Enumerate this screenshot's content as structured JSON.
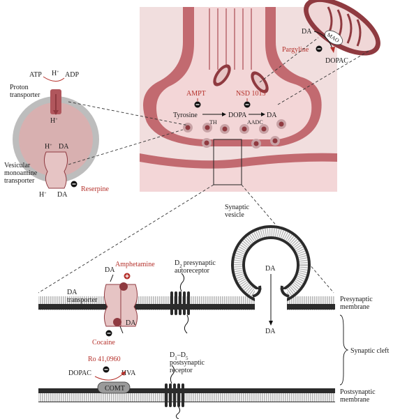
{
  "colors": {
    "terminal_dark": "#b0565c",
    "terminal_fill": "#f3d6d7",
    "vesicle_ring": "#c8a3a6",
    "vesicle_core": "#8f3a40",
    "drug_red": "#b5312b",
    "membrane_dark": "#2b2b2b",
    "membrane_light": "#bdbdbd",
    "transporter_fill": "#e6c4c4",
    "bg_pink": "#f1dede",
    "comt_fill": "#9a9a9a"
  },
  "mito": {
    "da": "DA",
    "mao": "MAO",
    "pargyline": "Pargyline",
    "dopac": "DOPAC"
  },
  "terminal": {
    "ampt": "AMPT",
    "nsd": "NSD 1015",
    "tyrosine": "Tyrosine",
    "dopa": "DOPA",
    "da": "DA",
    "th": "TH",
    "aadc": "AADC"
  },
  "vesicle": {
    "atp": "ATP",
    "hplus_top": "H",
    "adp": "ADP",
    "proton_transporter": [
      "Proton",
      "transporter"
    ],
    "hplus_mid": "H",
    "hplus_low": "H",
    "da_in": "DA",
    "vmat": [
      "Vesicular",
      "monoamine",
      "transporter"
    ],
    "hplus_bottom": "H",
    "da_bottom": "DA",
    "reserpine": "Reserpine"
  },
  "synapse": {
    "amphetamine": "Amphetamine",
    "da_left": "DA",
    "da_left2": "DA",
    "dat": [
      "DA",
      "transporter"
    ],
    "cocaine": "Cocaine",
    "d2": [
      "D",
      "presynaptic",
      "autoreceptor"
    ],
    "d2_sub": "2",
    "syn_vesicle": [
      "Synaptic",
      "vesicle"
    ],
    "da_vesicle": "DA",
    "da_cleft": "DA",
    "presyn": [
      "Presynaptic",
      "membrane"
    ],
    "cleft": "Synaptic cleft",
    "ro": "Ro 41,0960",
    "dopac": "DOPAC",
    "hva": "HVA",
    "comt": "COMT",
    "d1d5": [
      "D",
      "–D",
      "postsynaptic",
      "receptor"
    ],
    "d1_sub": "1",
    "d5_sub": "5",
    "postsyn": [
      "Postsynaptic",
      "membrane"
    ]
  }
}
